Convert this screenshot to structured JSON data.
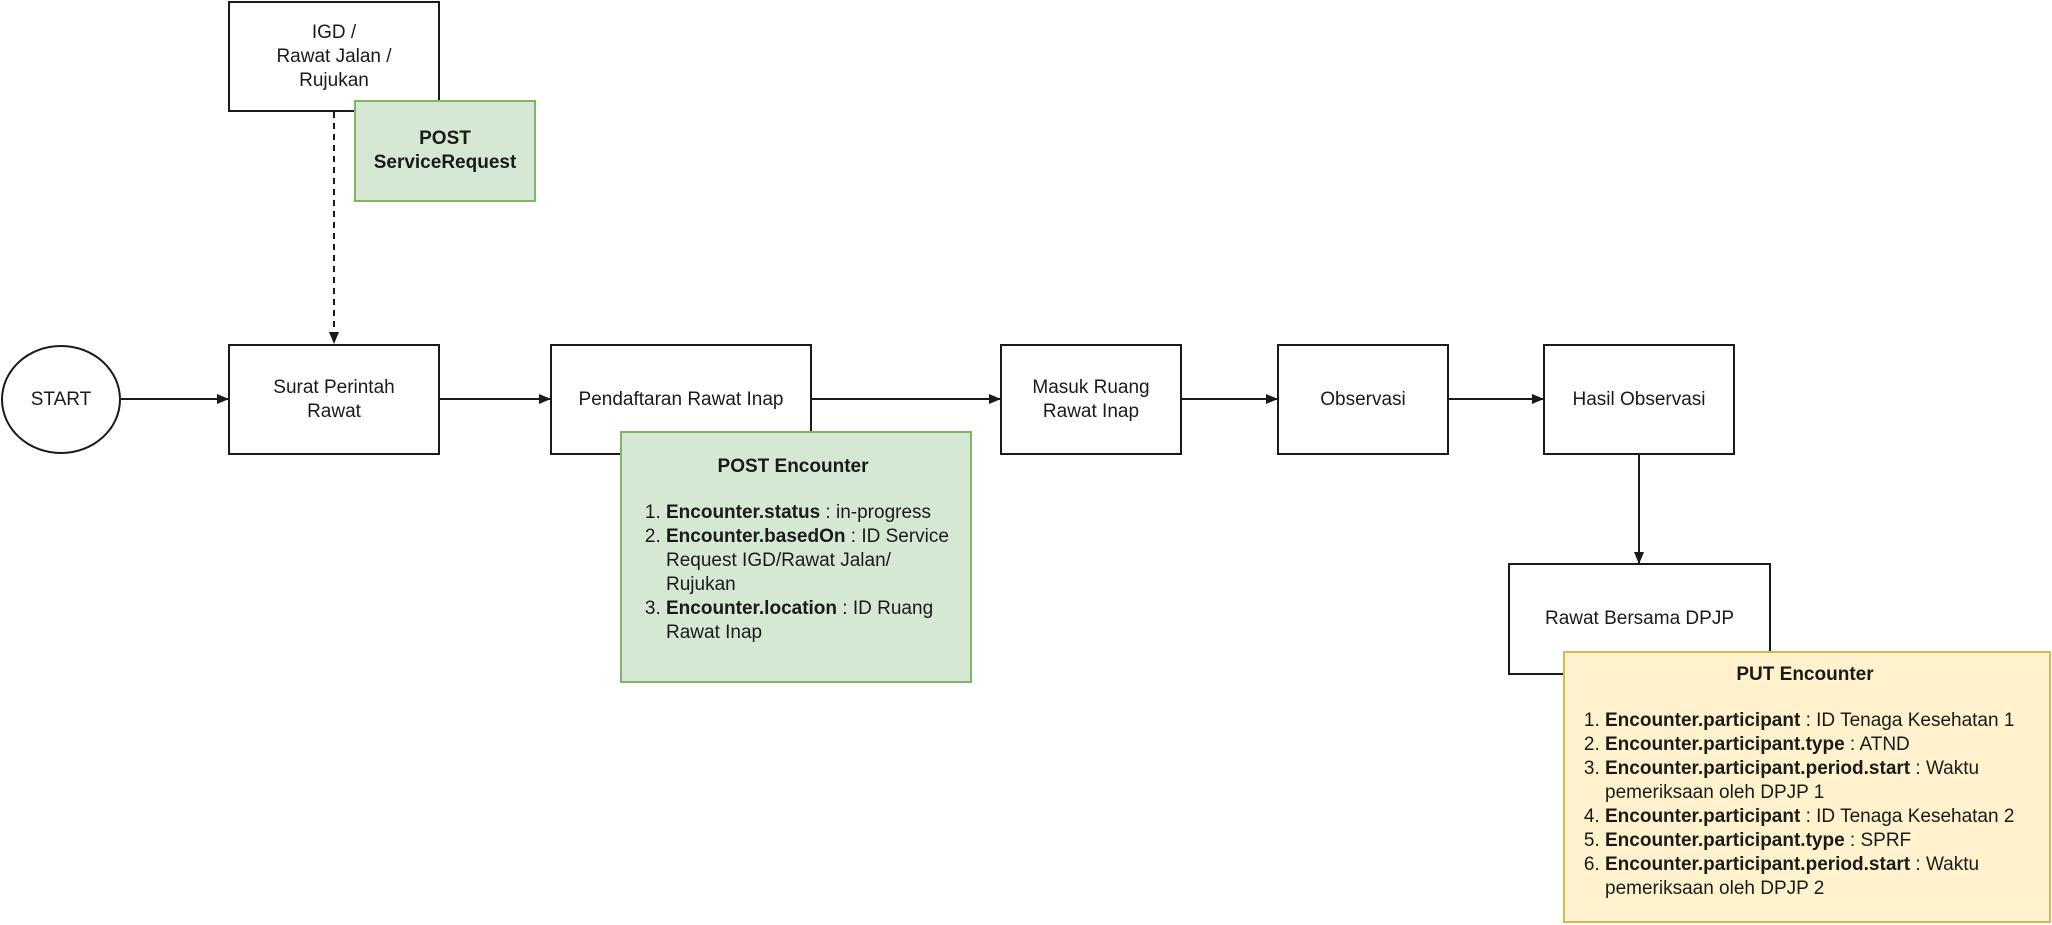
{
  "nodes": {
    "start": "START",
    "igd": "IGD /\nRawat Jalan /\nRujukan",
    "spr": "Surat Perintah\nRawat",
    "pendaftaran": "Pendaftaran Rawat Inap",
    "masuk": "Masuk Ruang\nRawat Inap",
    "observasi": "Observasi",
    "hasil": "Hasil Observasi",
    "rawat_bersama": "Rawat Bersama DPJP"
  },
  "notes": {
    "post_service_request": {
      "title": "POST\nServiceRequest"
    },
    "post_encounter": {
      "title": "POST Encounter",
      "items": [
        {
          "key": "Encounter.status",
          "value": " : in-progress"
        },
        {
          "key": "Encounter.basedOn",
          "value": " : ID Service Request IGD/Rawat Jalan/ Rujukan"
        },
        {
          "key": "Encounter.location",
          "value": " : ID Ruang Rawat Inap"
        }
      ]
    },
    "put_encounter": {
      "title": "PUT Encounter",
      "items": [
        {
          "key": "Encounter.participant",
          "value": " : ID Tenaga Kesehatan 1"
        },
        {
          "key": "Encounter.participant.type",
          "value": " : ATND"
        },
        {
          "key": "Encounter.participant.period.start",
          "value": " : Waktu pemeriksaan oleh DPJP 1"
        },
        {
          "key": "Encounter.participant",
          "value": " : ID Tenaga Kesehatan 2"
        },
        {
          "key": "Encounter.participant.type",
          "value": " : SPRF"
        },
        {
          "key": "Encounter.participant.period.start",
          "value": " : Waktu pemeriksaan oleh DPJP 2"
        }
      ]
    }
  },
  "colors": {
    "green_fill": "#d5e8d4",
    "green_stroke": "#82b366",
    "yellow_fill": "#fff2cc",
    "yellow_stroke": "#d6b656",
    "line": "#1a1a1a"
  }
}
